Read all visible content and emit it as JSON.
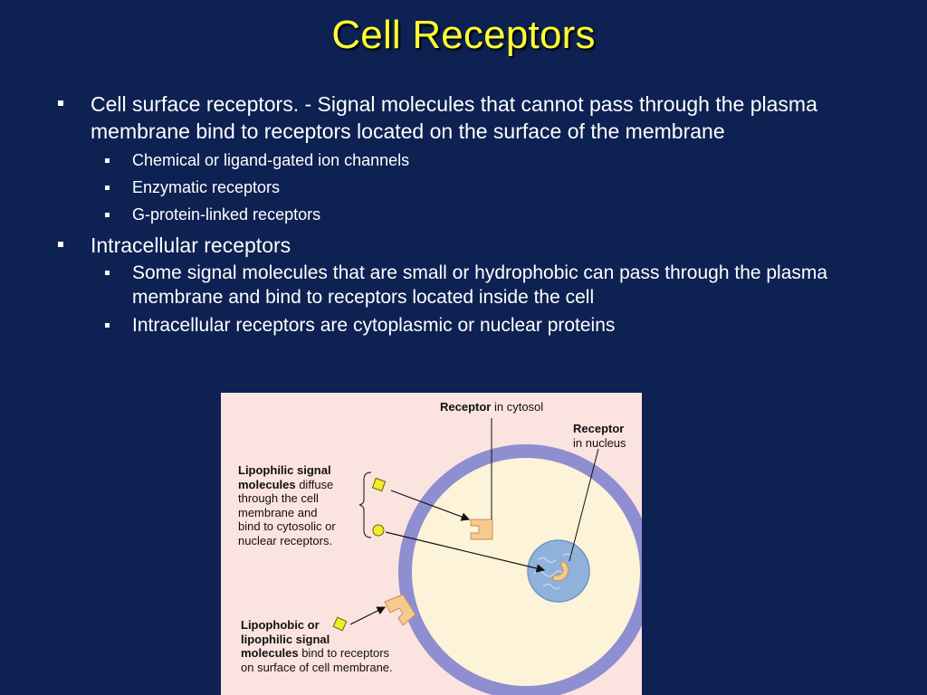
{
  "slide": {
    "title": "Cell Receptors",
    "bullets": [
      {
        "text": "Cell surface receptors. - Signal molecules that cannot pass through the plasma membrane bind to receptors located on the surface of the membrane",
        "sub": [
          "Chemical or ligand-gated ion channels",
          "Enzymatic receptors",
          "G-protein-linked receptors"
        ]
      },
      {
        "text": "Intracellular receptors",
        "sub": [
          "Some signal molecules that are small or hydrophobic can  pass through the plasma membrane and bind to receptors located inside the cell",
          "Intracellular receptors are cytoplasmic or nuclear proteins"
        ]
      }
    ]
  },
  "figure": {
    "label_cytosol_bold": "Receptor",
    "label_cytosol_rest": " in cytosol",
    "label_nucleus_bold": "Receptor",
    "label_nucleus_rest": "in nucleus",
    "lipophilic_bold_1": "Lipophilic signal",
    "lipophilic_bold_2": "molecules",
    "lipophilic_rest_1": " diffuse",
    "lipophilic_rest_2": "through the cell",
    "lipophilic_rest_3": "membrane and",
    "lipophilic_rest_4": "bind to cytosolic or",
    "lipophilic_rest_5": "nuclear receptors.",
    "lipophobic_bold_1": "Lipophobic or",
    "lipophobic_bold_2": "lipophilic signal",
    "lipophobic_bold_3": "molecules",
    "lipophobic_rest_1": " bind to receptors",
    "lipophobic_rest_2": "on surface of cell membrane."
  },
  "colors": {
    "background": "#0d2152",
    "title": "#ffff33",
    "figure_bg": "#fbe3e0",
    "membrane": "#8e8ed0",
    "cytoplasm": "#fdf3d8",
    "nucleus": "#8fb2dc",
    "receptor": "#f6c98e",
    "signal_molecule": "#f2ea2c"
  }
}
